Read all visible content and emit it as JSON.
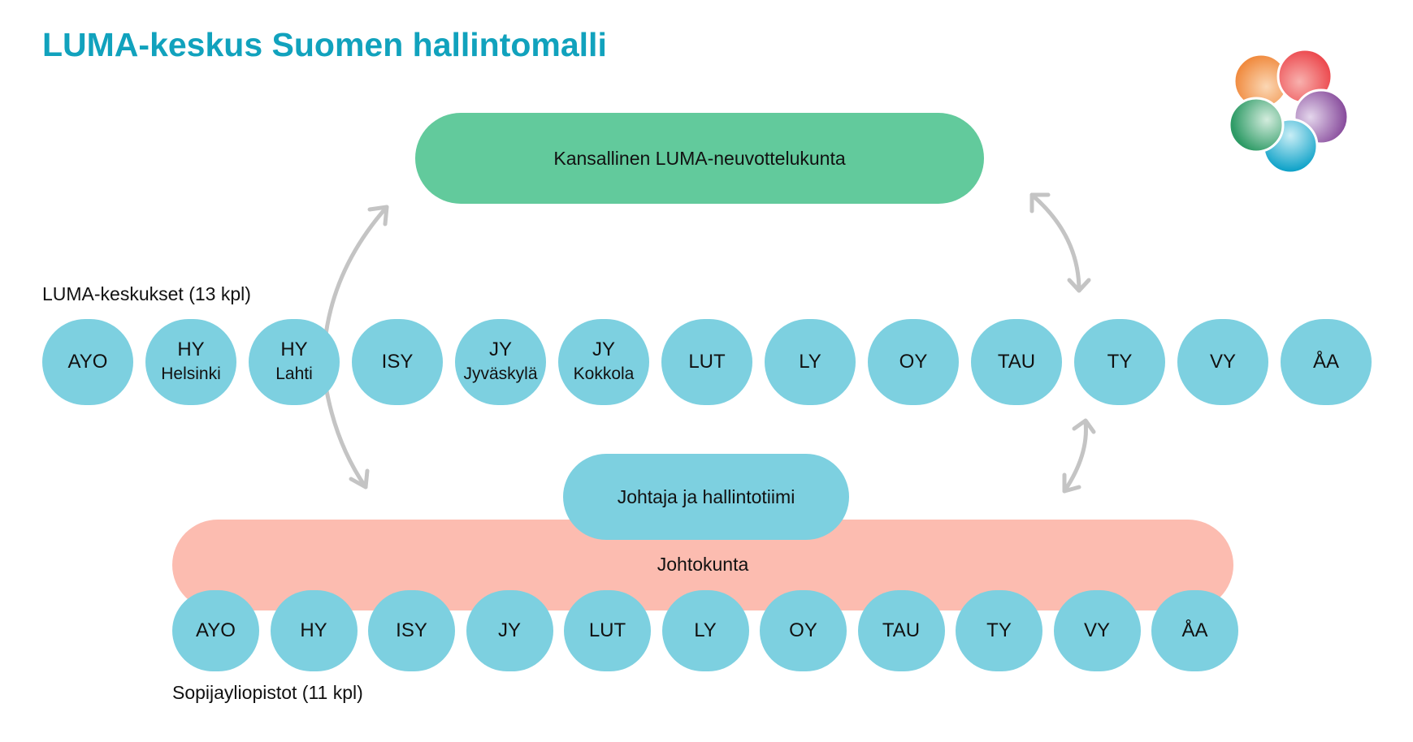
{
  "title": "LUMA-keskus Suomen hallintomalli",
  "national_council": "Kansallinen LUMA-neuvottelukunta",
  "centers": {
    "label": "LUMA-keskukset (13 kpl)",
    "items": [
      {
        "abbr": "AYO",
        "location": ""
      },
      {
        "abbr": "HY",
        "location": "Helsinki"
      },
      {
        "abbr": "HY",
        "location": "Lahti"
      },
      {
        "abbr": "ISY",
        "location": ""
      },
      {
        "abbr": "JY",
        "location": "Jyväskylä"
      },
      {
        "abbr": "JY",
        "location": "Kokkola"
      },
      {
        "abbr": "LUT",
        "location": ""
      },
      {
        "abbr": "LY",
        "location": ""
      },
      {
        "abbr": "OY",
        "location": ""
      },
      {
        "abbr": "TAU",
        "location": ""
      },
      {
        "abbr": "TY",
        "location": ""
      },
      {
        "abbr": "VY",
        "location": ""
      },
      {
        "abbr": "ÅA",
        "location": ""
      }
    ]
  },
  "leadership_team": "Johtaja ja hallintotiimi",
  "board": "Johtokunta",
  "universities": {
    "label": "Sopijayliopistot (11 kpl)",
    "items": [
      "AYO",
      "HY",
      "ISY",
      "JY",
      "LUT",
      "LY",
      "OY",
      "TAU",
      "TY",
      "VY",
      "ÅA"
    ]
  },
  "colors": {
    "title": "#11a2bd",
    "council": "#62ca9c",
    "circle": "#7dd0e0",
    "board": "#fcbcb0",
    "arrow": "#c4c4c4"
  },
  "logo_petal_colors": [
    "#f08a3e",
    "#ec4a4f",
    "#8a4f9e",
    "#11a3c9",
    "#2e9b66"
  ]
}
